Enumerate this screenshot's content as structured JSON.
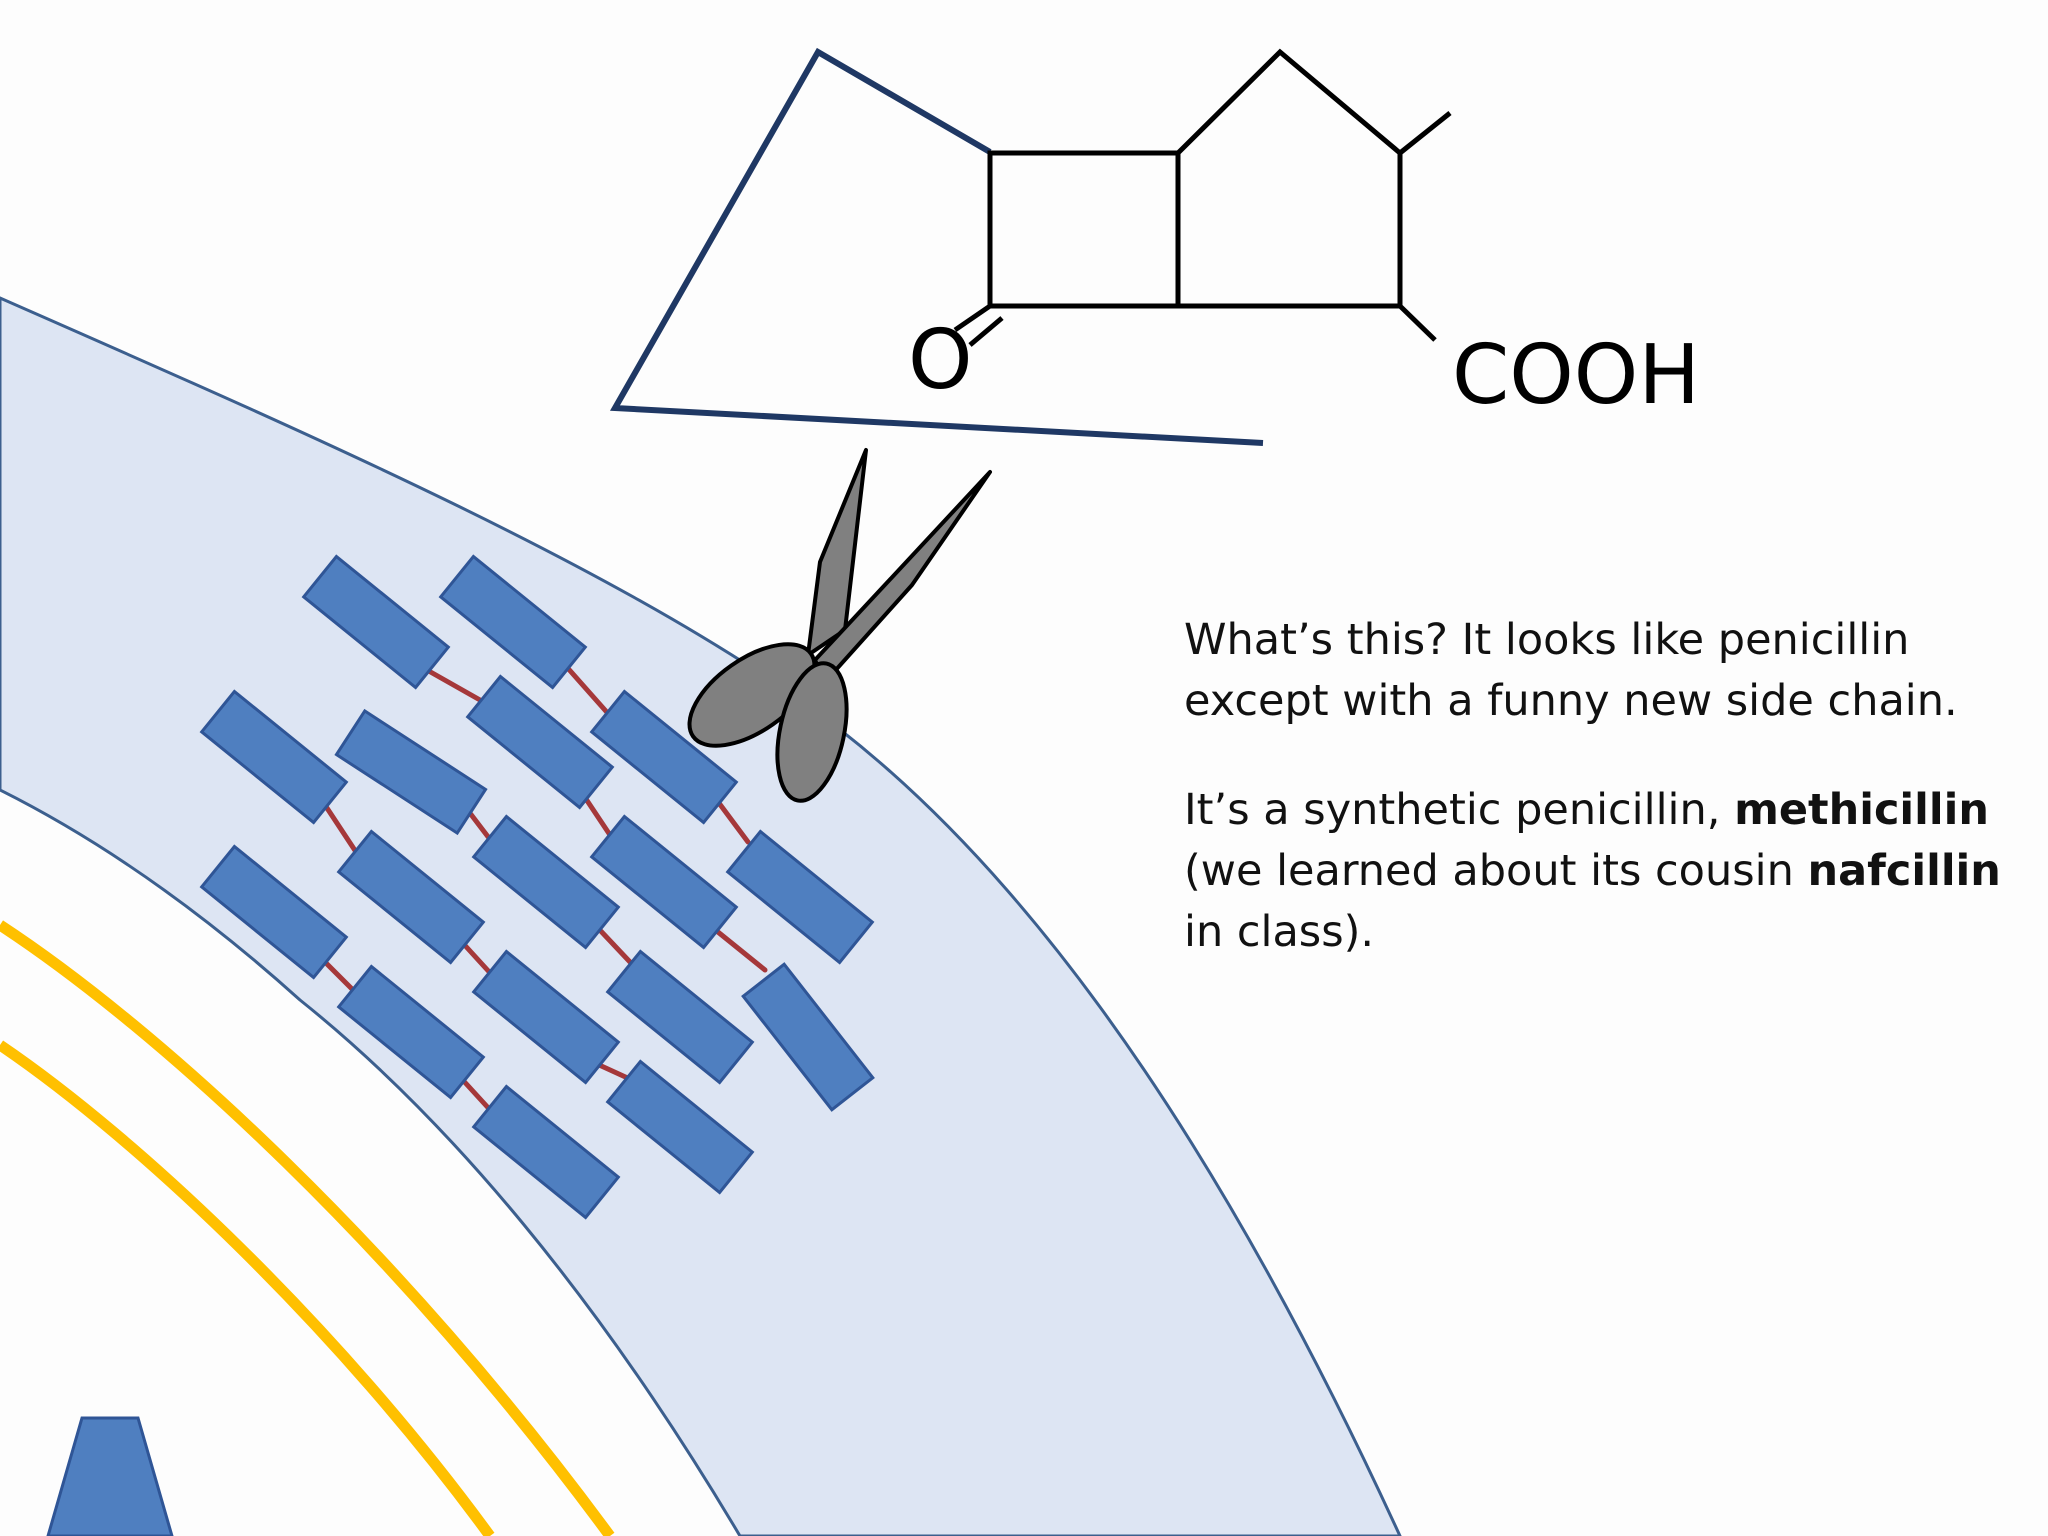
{
  "molecule": {
    "oxygen_label": "O",
    "acid_label": "COOH"
  },
  "caption": {
    "paragraph1": "What’s this? It looks like penicillin except with a funny new side chain.",
    "paragraph2_part1": "It’s a synthetic penicillin,",
    "paragraph2_bold1": "methicillin",
    "paragraph2_part2": "(we learned about its cousin",
    "paragraph2_bold2": "nafcillin",
    "paragraph2_part3": "in class)."
  },
  "colors": {
    "background": "#fdfdfd",
    "cell_wall_fill": "#dde5f3",
    "cell_wall_edge": "#3c5f8e",
    "membrane": "#ffc000",
    "peptidoglycan_block": "#4f7fc0",
    "peptidoglycan_block_edge": "#2f5596",
    "crosslink": "#a5383a",
    "scissors": "#808080",
    "side_chain": "#1f3864"
  },
  "icons": {
    "cutter": "scissors-icon"
  }
}
